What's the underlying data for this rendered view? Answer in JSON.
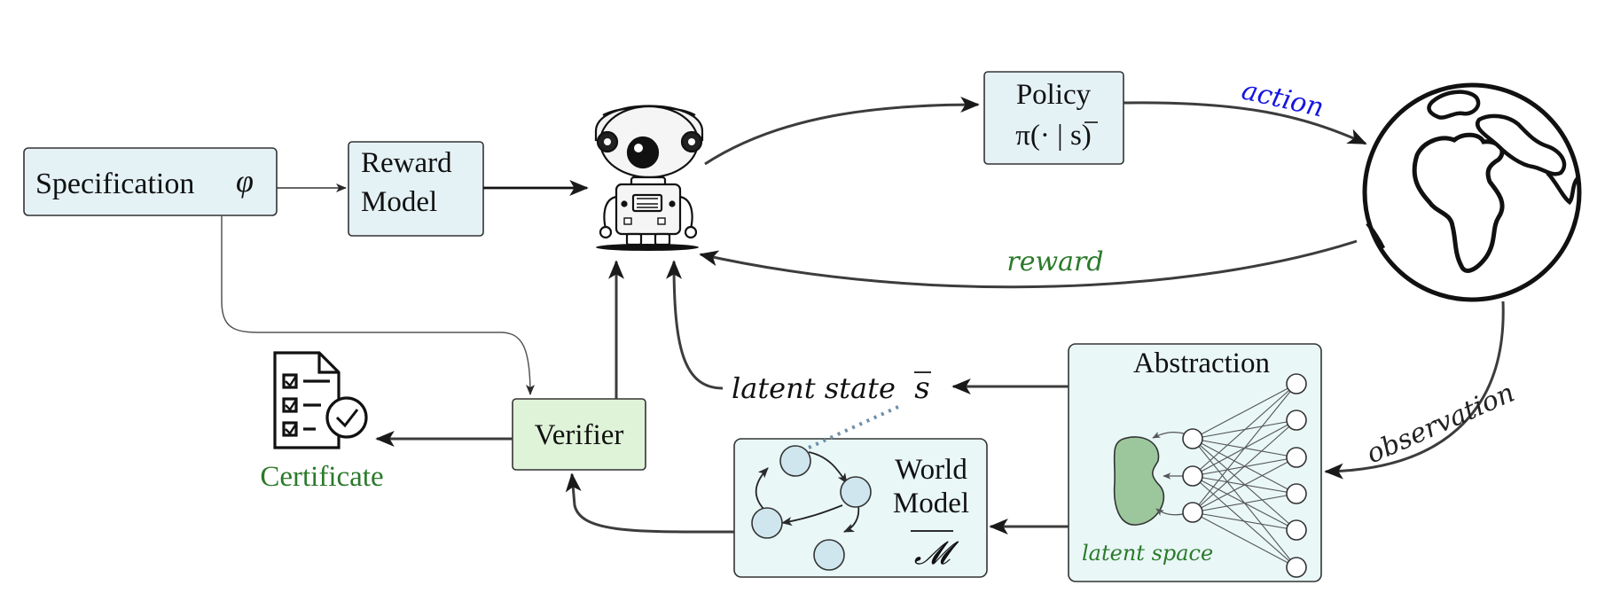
{
  "boxes": {
    "specification": {
      "label": "Specification",
      "symbol": "φ"
    },
    "reward_model": {
      "line1": "Reward",
      "line2": "Model"
    },
    "policy": {
      "line1": "Policy",
      "line2": "π(· | s)"
    },
    "verifier": {
      "label": "Verifier"
    },
    "abstraction": {
      "label": "Abstraction"
    },
    "world_model": {
      "line1": "World",
      "line2": "Model",
      "symbol": "𝓜"
    }
  },
  "labels": {
    "action": "action",
    "reward": "reward",
    "observation": "observation",
    "latent_state": "latent state",
    "latent_state_symbol": "s",
    "latent_space": "latent space",
    "certificate": "Certificate"
  },
  "colors": {
    "box_fill_blue": "#e4f2f6",
    "box_fill_green": "#dff3d8",
    "panel_fill": "#e9f7f7",
    "node_fill": "#cfe6ee",
    "latent_blob": "#9cc79c",
    "arrow": "#3c3c3c",
    "action_text": "#1515e0",
    "reward_text": "#2b7a2b",
    "latent_space_text": "#2b7a2b",
    "certificate_text": "#2b7a2b",
    "dotted_link": "#6f8fa8"
  },
  "icons": {
    "agent": "robot-icon",
    "environment": "globe-icon",
    "certificate": "certificate-document-icon"
  }
}
